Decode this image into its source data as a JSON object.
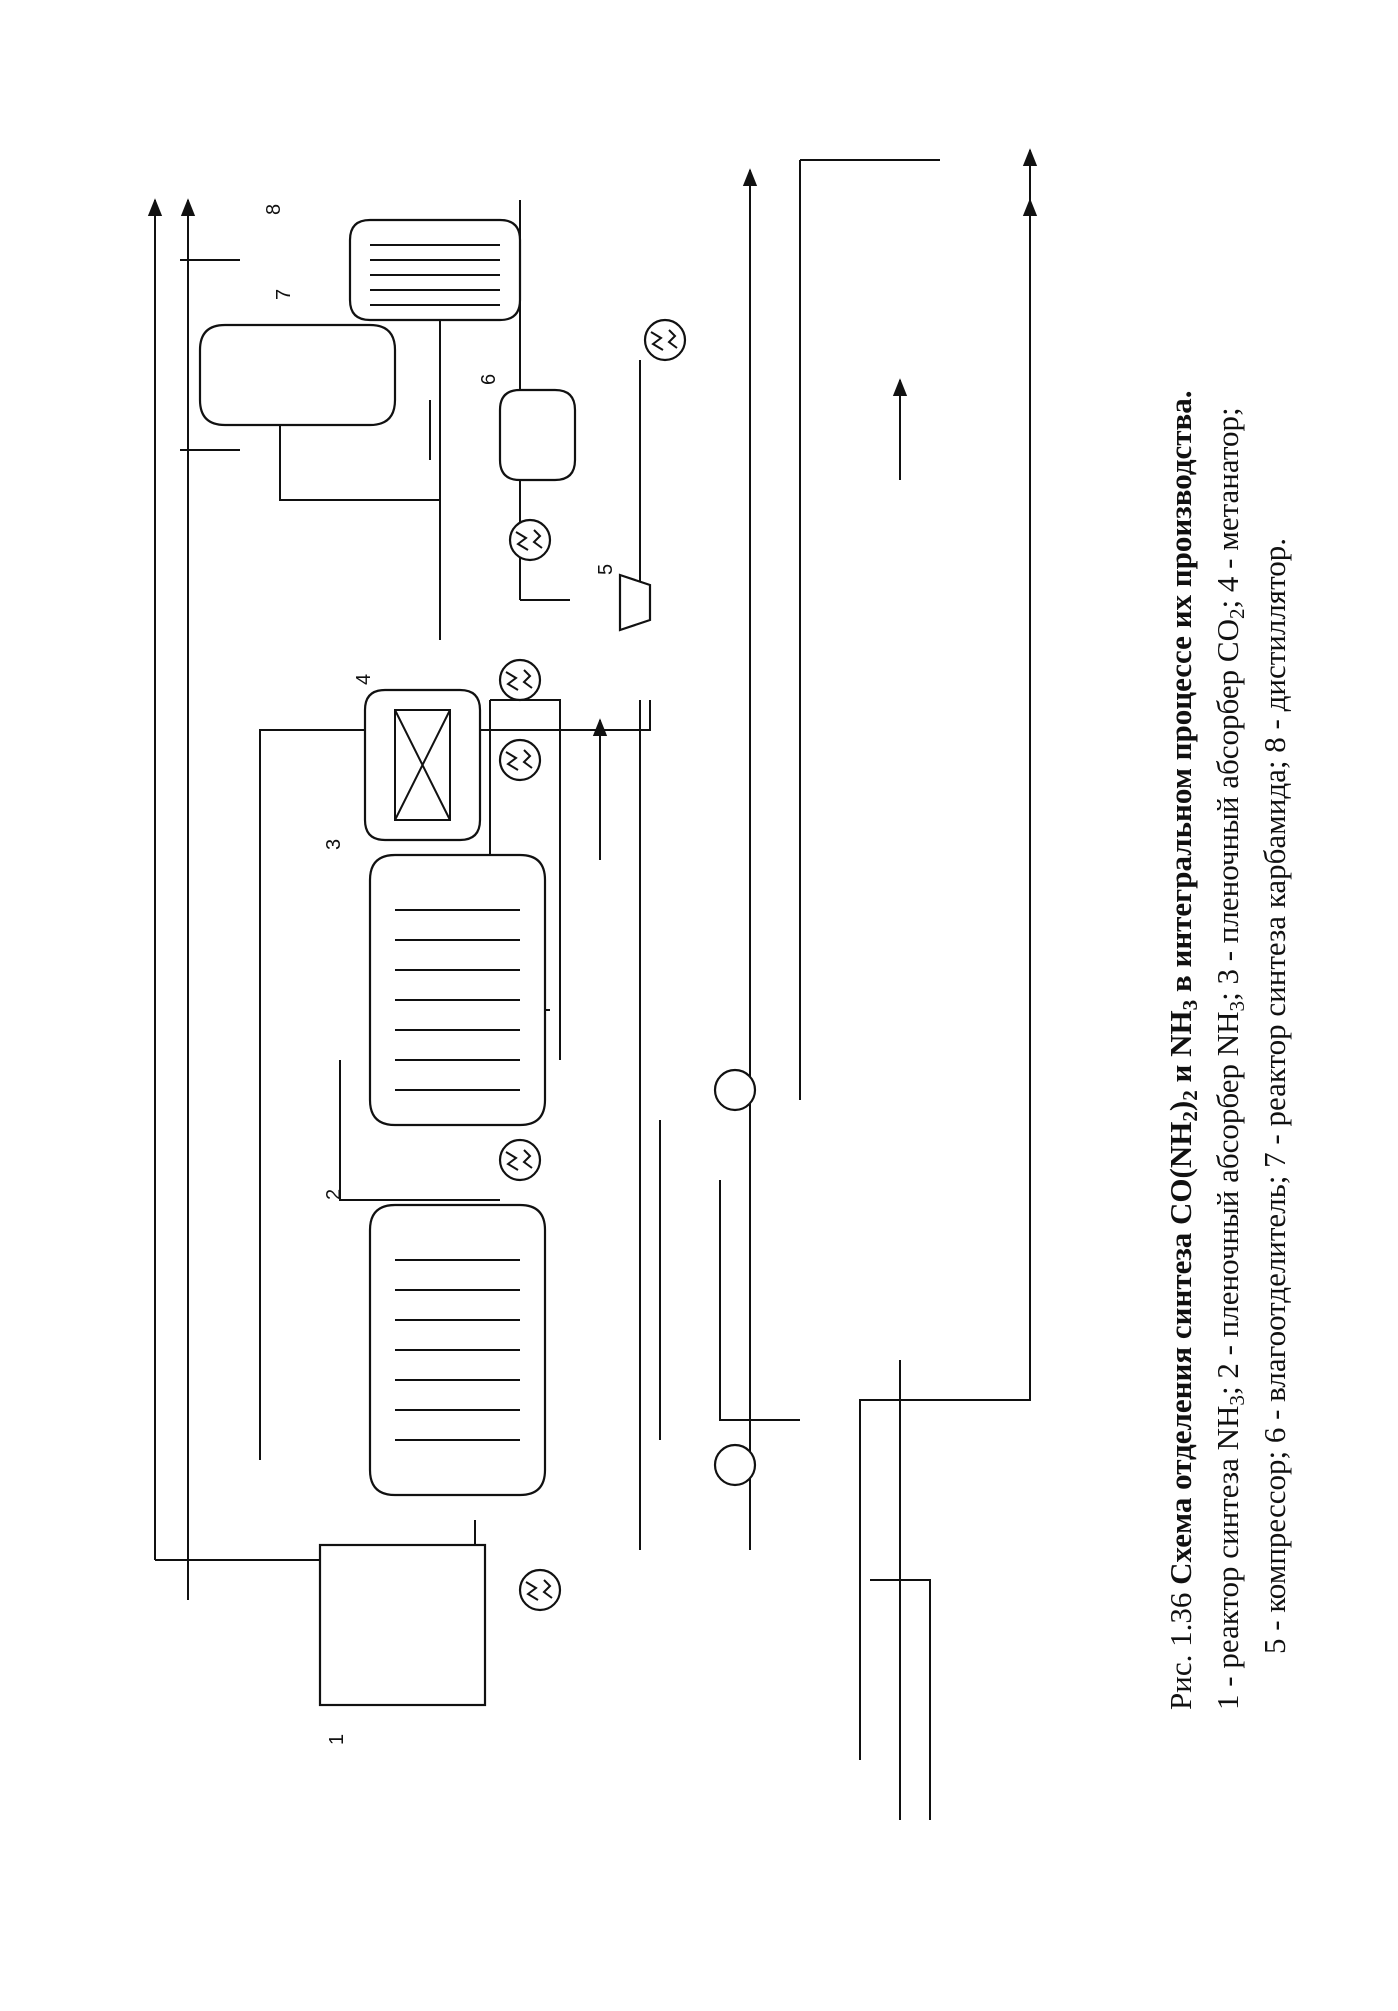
{
  "figure": {
    "prefix": "Рис. 1.36",
    "title_a": "Схема отделения синтеза CO(NH",
    "title_sub1": "2",
    "title_b": ")",
    "title_sub2": "2",
    "title_c": " и NH",
    "title_sub3": "3",
    "title_d": " в интегральном процессе их производства.",
    "legend_line1": [
      {
        "t": "1 - реактор синтеза NH"
      },
      {
        "s": "3"
      },
      {
        "t": "; 2 - пленочный абсорбер NH"
      },
      {
        "s": "3"
      },
      {
        "t": "; 3 - пленочный абсорбер CO"
      },
      {
        "s": "2"
      },
      {
        "t": "; 4 - метанатор;"
      }
    ],
    "legend_line2": [
      {
        "t": "5 - компрессор; 6 - влагоотделитель; 7 - реактор синтеза карбамида; 8 - дистиллятор."
      }
    ]
  },
  "equipment": [
    {
      "id": "1",
      "label": "1",
      "name": "реактор синтеза NH3"
    },
    {
      "id": "2",
      "label": "2",
      "name": "пленочный абсорбер NH3"
    },
    {
      "id": "3",
      "label": "3",
      "name": "пленочный абсорбер CO2"
    },
    {
      "id": "4",
      "label": "4",
      "name": "метанатор"
    },
    {
      "id": "5",
      "label": "5",
      "name": "компрессор"
    },
    {
      "id": "6",
      "label": "6",
      "name": "влагоотделитель"
    },
    {
      "id": "7",
      "label": "7",
      "name": "реактор синтеза карбамида"
    },
    {
      "id": "8",
      "label": "8",
      "name": "дистиллятор"
    }
  ]
}
